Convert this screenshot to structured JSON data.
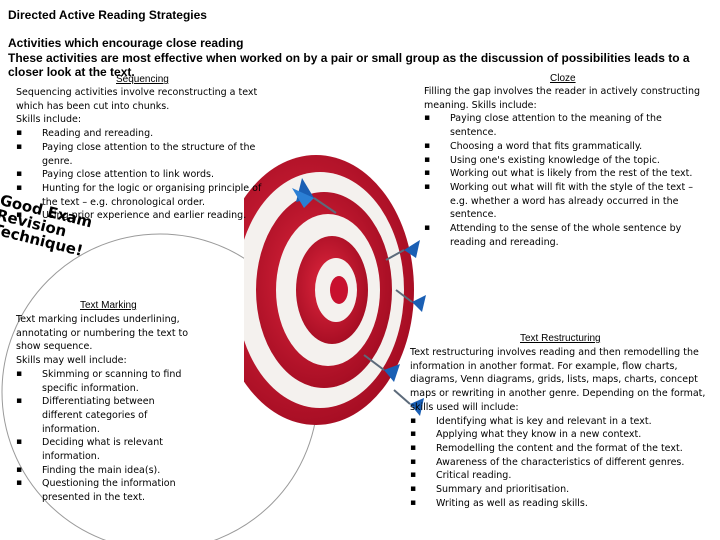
{
  "header": {
    "title": "Directed Active Reading Strategies",
    "subtitle_line1": "Activities which encourage close reading",
    "subtitle_line2": "These activities are most effective when worked on by a pair or small group as the discussion of possibilities leads to a closer look at the text."
  },
  "stamp": {
    "lines": [
      "Good Exam",
      "Revision",
      "Technique!"
    ]
  },
  "sequencing": {
    "title": "Sequencing",
    "intro": "Sequencing activities involve reconstructing a text which has been cut into chunks.",
    "skills_label": "Skills include:",
    "items": [
      "Reading and rereading.",
      "Paying close attention to the structure of the genre.",
      "Paying close attention to link words.",
      "Hunting for the logic or organising principle of the text – e.g. chronological order.",
      "Using prior experience and earlier reading."
    ]
  },
  "cloze": {
    "title": "Cloze",
    "intro": "Filling the gap involves the reader in actively constructing meaning. Skills include:",
    "items": [
      "Paying close attention to the meaning of the sentence.",
      "Choosing a word that fits grammatically.",
      "Using one's existing knowledge of the topic.",
      "Working out what is likely from the rest of the text.",
      "Working out what will fit with the style of the text – e.g. whether a word has already occurred in the sentence.",
      "Attending to the sense of the whole sentence by reading and rereading."
    ]
  },
  "marking": {
    "title": "Text Marking",
    "intro": "Text marking includes underlining, annotating or numbering the text to show sequence.",
    "skills_label": "Skills may well include:",
    "items": [
      "Skimming or scanning to find specific information.",
      "Differentiating between different categories of information.",
      "Deciding what is relevant information.",
      "Finding the main idea(s).",
      "Questioning the information presented in the text."
    ]
  },
  "restructuring": {
    "title": "Text Restructuring",
    "intro": "Text restructuring involves reading and then remodelling the information in another format. For example, flow charts, diagrams, Venn diagrams, grids, lists, maps, charts, concept maps or rewriting in another genre. Depending on the format, skills used will include:",
    "items": [
      "Identifying what is key and relevant in a text.",
      "Applying what they know in a new context.",
      "Remodelling the content and the format of the text.",
      "Awareness of the characteristics of different genres.",
      "Critical reading.",
      "Summary and prioritisation.",
      "Writing as well as reading skills."
    ]
  },
  "colors": {
    "target_red": "#c8102e",
    "target_white": "#f4f1ee",
    "dart_blue": "#1a5fb4",
    "dart_shaft": "#5c6a7a"
  },
  "icons": [
    "bullseye-target-icon",
    "dart-icon"
  ]
}
